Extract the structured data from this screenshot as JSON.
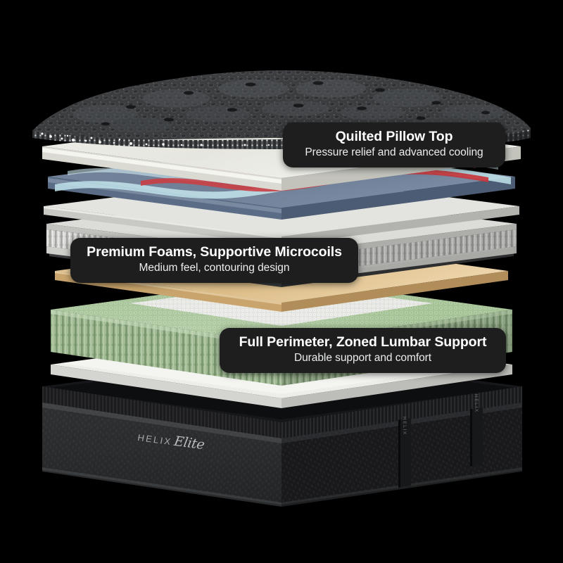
{
  "product": {
    "brand": "HELIX",
    "model": "Elite",
    "handle_tag": "HELIX"
  },
  "callouts": [
    {
      "id": "quilted-pillow-top",
      "title": "Quilted Pillow Top",
      "subtitle": "Pressure relief and advanced cooling"
    },
    {
      "id": "premium-foams-microcoils",
      "title": "Premium Foams, Supportive Microcoils",
      "subtitle": "Medium feel, contouring design"
    },
    {
      "id": "zoned-lumbar-support",
      "title": "Full Perimeter, Zoned Lumbar Support",
      "subtitle": "Durable support and comfort"
    }
  ],
  "layers": [
    {
      "name": "quilted-cover",
      "color": "#3a3c3e"
    },
    {
      "name": "white-comfort-foam",
      "color": "#e9e9e4"
    },
    {
      "name": "blue-cooling-foam",
      "color": "#6b7d96"
    },
    {
      "name": "light-gray-fabric",
      "color": "#d8d9d6"
    },
    {
      "name": "microcoil-upper",
      "color": "#c9cac6"
    },
    {
      "name": "dark-gray-foam",
      "color": "#4f5153"
    },
    {
      "name": "tan-transition-foam",
      "color": "#e2c291"
    },
    {
      "name": "green-coil-support",
      "color": "#a8c49a"
    },
    {
      "name": "zoned-lumbar-panel",
      "color": "#dfe0dc"
    },
    {
      "name": "base-foundation",
      "color": "#2b2c2e"
    }
  ],
  "accents": {
    "gel_red": "#c8353a",
    "gel_blue": "#b8dfe8",
    "callout_bg": "#1e1e1e",
    "background": "#000000"
  }
}
